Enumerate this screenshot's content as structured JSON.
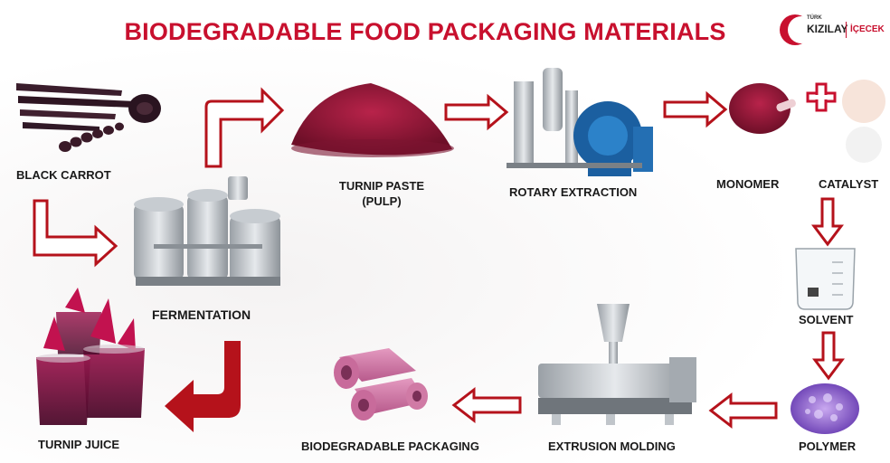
{
  "title": "BIODEGRADABLE FOOD PACKAGING MATERIALS",
  "logo": {
    "small": "TÜRK",
    "name": "KIZILAY",
    "suffix": "İÇECEK"
  },
  "steps": {
    "black_carrot": "BLACK CARROT",
    "fermentation": "FERMENTATION",
    "turnip_paste_line1": "TURNIP PASTE",
    "turnip_paste_line2": "(PULP)",
    "rotary_extraction": "ROTARY EXTRACTION",
    "monomer": "MONOMER",
    "catalyst": "CATALYST",
    "solvent": "SOLVENT",
    "polymer": "POLYMER",
    "extrusion_molding": "EXTRUSION MOLDING",
    "biodegradable_packaging": "BIODEGRADABLE PACKAGING",
    "turnip_juice": "TURNIP JUICE"
  },
  "colors": {
    "accent": "#c8102e",
    "arrow_fill": "#b5121b"
  }
}
